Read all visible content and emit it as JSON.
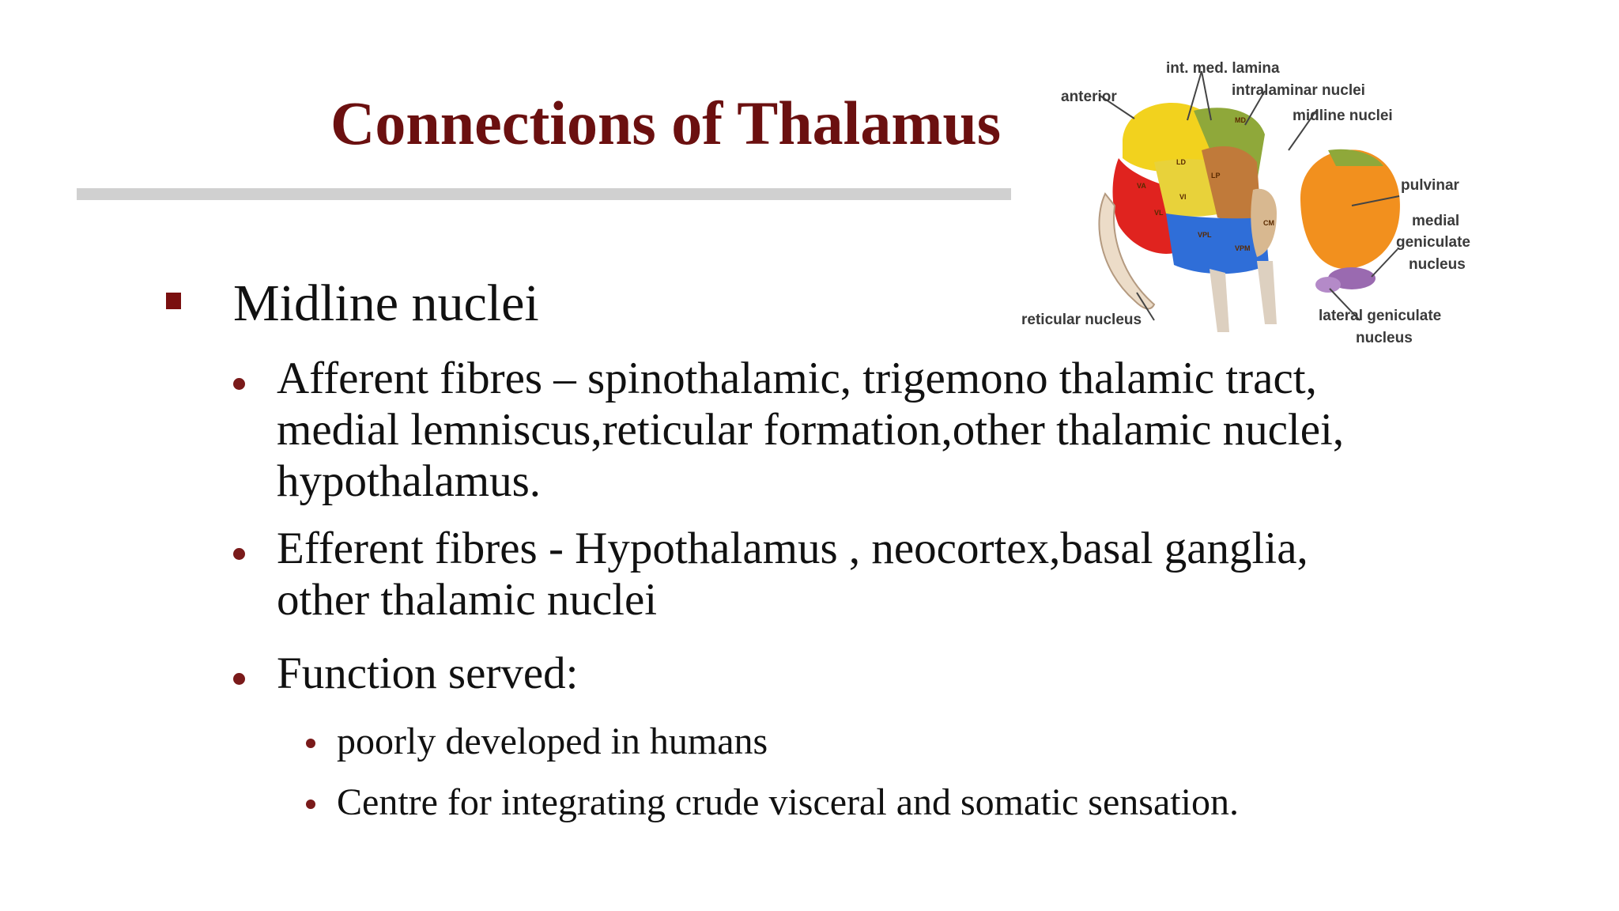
{
  "slide": {
    "title": "Connections of Thalamus",
    "heading": "Midline nuclei",
    "bullets": [
      "Afferent fibres – spinothalamic, trigemono thalamic tract, medial lemniscus,reticular formation,other thalamic nuclei, hypothalamus.",
      "Efferent fibres - Hypothalamus , neocortex,basal ganglia, other thalamic nuclei",
      "Function served:"
    ],
    "sub_bullets": [
      "poorly developed in humans",
      "Centre for integrating crude visceral and somatic sensation."
    ]
  },
  "diagram": {
    "labels": {
      "int_med_lamina": "int. med. lamina",
      "intralaminar": "intralaminar nuclei",
      "midline": "midline nuclei",
      "anterior": "anterior",
      "pulvinar": "pulvinar",
      "medial_gen_1": "medial",
      "medial_gen_2": "geniculate",
      "medial_gen_3": "nucleus",
      "reticular": "reticular nucleus",
      "lateral_gen_1": "lateral geniculate",
      "lateral_gen_2": "nucleus"
    },
    "region_tags": {
      "md": "MD",
      "ld": "LD",
      "lp": "LP",
      "va": "VA",
      "vl": "VL",
      "vi": "VI",
      "vpl": "VPL",
      "vpm": "VPM",
      "cm": "CM"
    },
    "colors": {
      "anterior": "#f2d21e",
      "red": "#e0231f",
      "blue": "#2f6ed8",
      "brown": "#c07a3a",
      "green": "#8fa83a",
      "orange": "#f2901e",
      "purple": "#9a6ab0"
    }
  }
}
